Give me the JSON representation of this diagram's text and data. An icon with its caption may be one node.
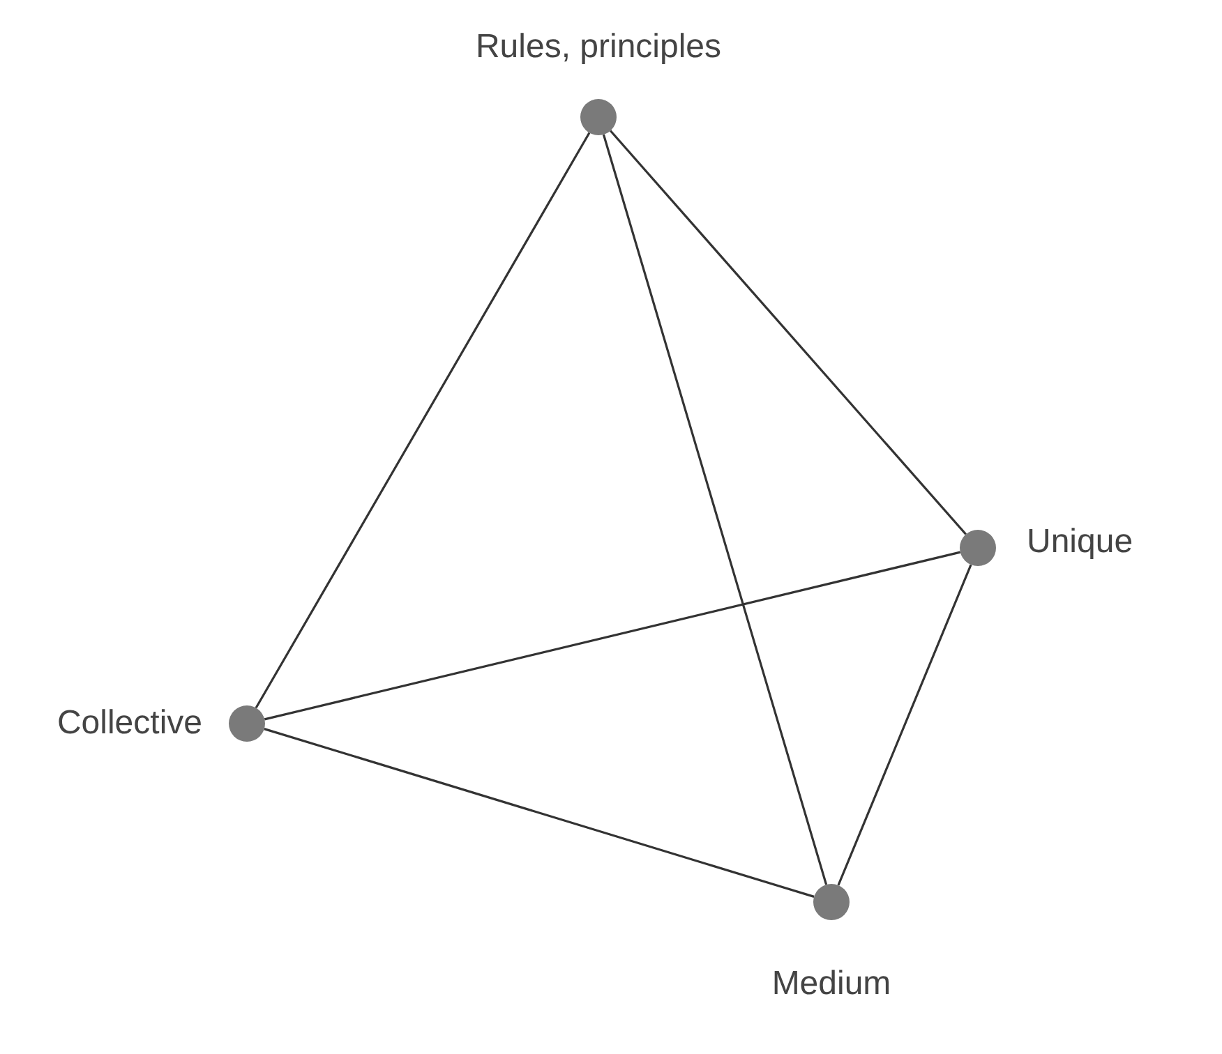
{
  "diagram": {
    "nodes": [
      {
        "text": [],
        "shape": "circle",
        "beside": [
          "Rules, principles"
        ]
      },
      {
        "text": [],
        "shape": "circle",
        "beside": [
          "Unique"
        ]
      },
      {
        "text": [],
        "shape": "circle",
        "beside": [
          "Collective"
        ]
      },
      {
        "text": [],
        "shape": "circle",
        "beside": [
          "Medium"
        ]
      }
    ],
    "edges": [
      {
        "from": 0,
        "to": 2,
        "arrow": "none"
      },
      {
        "from": 0,
        "to": 3,
        "arrow": "none"
      },
      {
        "from": 0,
        "to": 1,
        "arrow": "none"
      },
      {
        "from": 2,
        "to": 1,
        "arrow": "none"
      },
      {
        "from": 2,
        "to": 3,
        "arrow": "none"
      },
      {
        "from": 1,
        "to": 3,
        "arrow": "none"
      }
    ]
  }
}
